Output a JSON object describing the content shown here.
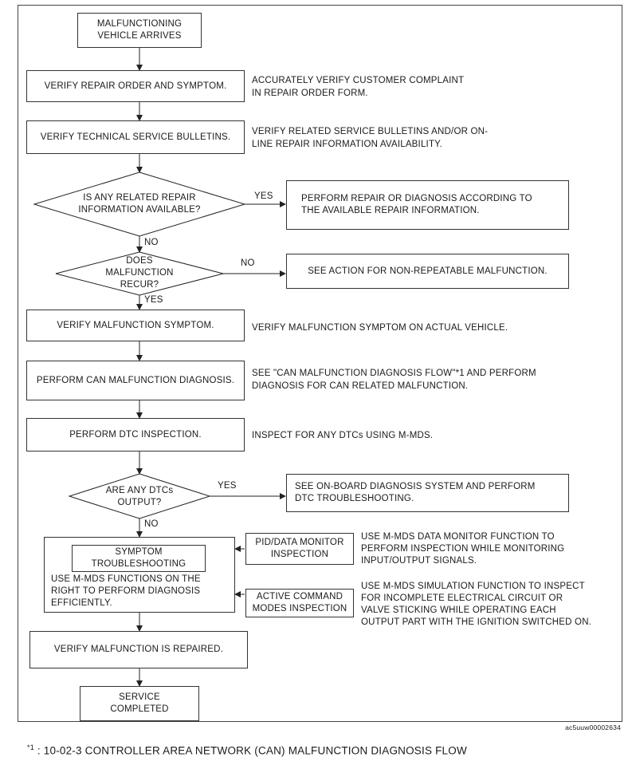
{
  "start": "MALFUNCTIONING\nVEHICLE ARRIVES",
  "step_verify_order": "VERIFY REPAIR ORDER AND SYMPTOM.",
  "note_verify_order": "ACCURATELY VERIFY CUSTOMER COMPLAINT\nIN REPAIR ORDER FORM.",
  "step_tsb": "VERIFY TECHNICAL SERVICE BULLETINS.",
  "note_tsb": "VERIFY RELATED SERVICE BULLETINS AND/OR ON-\nLINE REPAIR INFORMATION AVAILABILITY.",
  "decision_repair_info": "IS ANY RELATED REPAIR\nINFORMATION AVAILABLE?",
  "yes_label": "YES",
  "no_label": "NO",
  "action_repair_info": "PERFORM REPAIR OR DIAGNOSIS ACCORDING TO\nTHE AVAILABLE REPAIR INFORMATION.",
  "decision_recur": "DOES\nMALFUNCTION\nRECUR?",
  "action_non_repeatable": "SEE ACTION FOR NON-REPEATABLE MALFUNCTION.",
  "step_verify_symptom": "VERIFY MALFUNCTION SYMPTOM.",
  "note_verify_symptom": "VERIFY MALFUNCTION SYMPTOM ON ACTUAL VEHICLE.",
  "step_can": "PERFORM CAN MALFUNCTION DIAGNOSIS.",
  "note_can": "SEE \"CAN MALFUNCTION DIAGNOSIS FLOW\"*1 AND PERFORM\nDIAGNOSIS FOR CAN RELATED MALFUNCTION.",
  "step_dtc": "PERFORM DTC INSPECTION.",
  "note_dtc": "INSPECT FOR ANY DTCs USING M-MDS.",
  "decision_dtc": "ARE ANY DTCs\nOUTPUT?",
  "action_dtc": "SEE ON-BOARD DIAGNOSIS SYSTEM AND PERFORM\nDTC TROUBLESHOOTING.",
  "symptom_troubleshooting": "SYMPTOM\nTROUBLESHOOTING",
  "symptom_body": "USE M-MDS FUNCTIONS ON THE\nRIGHT TO PERFORM DIAGNOSIS\nEFFICIENTLY.",
  "pid_box": "PID/DATA MONITOR\nINSPECTION",
  "note_pid": "USE M-MDS DATA MONITOR FUNCTION TO\nPERFORM INSPECTION WHILE MONITORING\nINPUT/OUTPUT SIGNALS.",
  "active_box": "ACTIVE COMMAND\nMODES INSPECTION",
  "note_active": "USE M-MDS SIMULATION FUNCTION TO INSPECT\nFOR INCOMPLETE ELECTRICAL CIRCUIT OR\nVALVE STICKING WHILE OPERATING EACH\nOUTPUT PART WITH THE IGNITION SWITCHED ON.",
  "step_repaired": "VERIFY MALFUNCTION IS REPAIRED.",
  "end": "SERVICE\nCOMPLETED",
  "figure_code": "ac5uuw00002634",
  "footnote_mark": "*1",
  "footnote_text": " : 10-02-3 CONTROLLER AREA NETWORK (CAN) MALFUNCTION DIAGNOSIS FLOW"
}
